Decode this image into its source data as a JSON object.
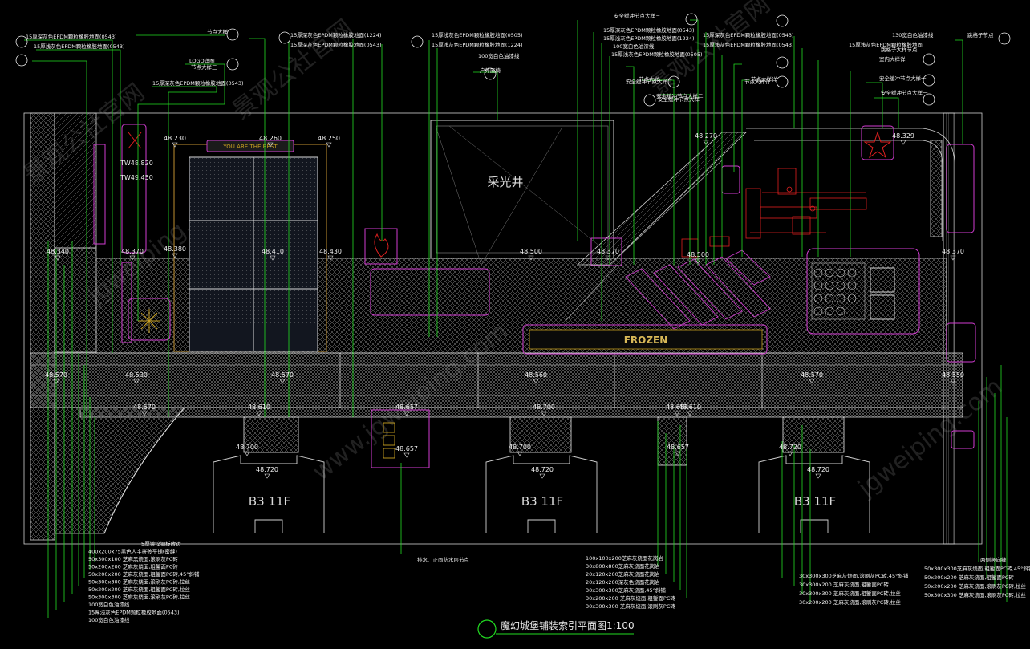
{
  "drawing": {
    "title": "魔幻城堡铺装索引平面图",
    "scale": "1:100",
    "skylight_label": "采光井",
    "frozen_label": "FROZEN",
    "sign_text": "YOU ARE THE BEST",
    "tower_labels": [
      "B3 11F",
      "B3 11F",
      "B3 11F"
    ],
    "tw_labels": [
      "TW48.820",
      "TW49.450"
    ]
  },
  "levels": [
    "48.230",
    "48.260",
    "48.250",
    "48.270",
    "48.329",
    "48.340",
    "48.370",
    "48.380",
    "48.410",
    "48.430",
    "48.500",
    "48.370",
    "48.370",
    "48.500",
    "48.530",
    "48.570",
    "48.560",
    "48.570",
    "48.550",
    "48.570",
    "48.610",
    "48.657",
    "48.700",
    "48.610",
    "48.657",
    "48.570",
    "48.700",
    "48.720",
    "48.657",
    "48.700",
    "48.720",
    "48.720",
    "48.720",
    "48.657"
  ],
  "top_callouts": [
    "15厚深灰色EPDM颗粒橡胶地面(0543)",
    "15厚浅灰色EPDM颗粒橡胶地面(0543)",
    "节点大样",
    "LOGO详图",
    "节点大样三",
    "15厚深灰色EPDM颗粒橡胶地面(0543)",
    "15厚深灰色EPDM颗粒橡胶地面(1224)",
    "15厚深灰色EPDM颗粒橡胶地面(0543)",
    "15厚浅灰色EPDM颗粒橡胶地面(0505)",
    "15厚浅灰色EPDM颗粒橡胶地面(1224)",
    "100宽白色油漆线",
    "户外座椅",
    "安全缓冲节点大样三",
    "15厚深灰色EPDM颗粒橡胶地面(0543)",
    "15厚浅灰色EPDM颗粒橡胶地面(1224)",
    "100宽白色油漆线",
    "15厚浅灰色EPDM颗粒橡胶地面(0505)",
    "安全缓冲节点大样二",
    "节点大样",
    "安全缓冲节点大样二",
    "安全缓冲节点大样一",
    "节点大样详",
    "15厚深灰色EPDM颗粒橡胶地面(0543)",
    "15厚浅灰色EPDM颗粒橡胶地面(0543)",
    "室内大样详",
    "节点大样详",
    "130宽白色油漆线",
    "15厚浅灰色EPDM颗粒橡胶地面",
    "跳格子大样节点",
    "安全缓冲节点大样一",
    "安全缓冲节点大样一",
    "跳格子节点"
  ],
  "bottom_left_notes": [
    "5厚镀锌钢板收边",
    "400x200x75黑色人字拼砖平铺(密缝)",
    "50x300x100 芝麻黑烧面,滚刷灰PC砖",
    "50x200x200 芝麻灰烧面,粗錾面PC砖",
    "50x200x200 芝麻灰烧面,粗錾面PC砖,45°斜铺",
    "50x300x300 芝麻灰烧面,滚刷灰PC砖,拉丝",
    "50x200x200 芝麻灰烧面,粗錾面PC砖,拉丝",
    "50x300x300 芝麻灰烧面,滚刷灰PC砖,拉丝",
    "100宽白色油漆线",
    "15厚浅灰色EPDM颗粒橡胶地面(0543)",
    "100宽白色油漆线"
  ],
  "bottom_mid_notes": [
    "100x100x200芝麻灰烧面花岗岩",
    "30x800x800芝麻灰烧面花岗岩",
    "20x120x200芝麻灰烧面花岗岩",
    "20x120x200深灰色烧面花岗岩",
    "30x300x300芝麻灰烧面,45°斜铺",
    "30x200x200 芝麻灰烧面,粗錾面PC砖",
    "30x300x300 芝麻灰烧面,滚刷灰PC砖"
  ],
  "bottom_right_notes": [
    "30x300x300芝麻灰烧面,滚刷灰PC砖,45°斜铺",
    "30x300x200 芝麻灰烧面,粗錾面PC砖",
    "30x300x300 芝麻灰烧面,粗錾面PC砖,拉丝",
    "30x200x200 芝麻灰烧面,滚刷灰PC砖,拉丝"
  ],
  "far_right_notes": [
    "两侧竖向缝",
    "50x300x300芝麻灰烧面,粗錾面PC砖,45°斜铺",
    "50x200x200 芝麻灰烧面,粗錾面PC砖",
    "50x200x200 芝麻灰烧面,滚刷灰PC砖,拉丝",
    "50x300x300 芝麻灰烧面,滚刷灰PC砖,拉丝"
  ],
  "mid_note": "排水、正面防水层节点",
  "watermarks": [
    "景观公社官网",
    "jgweiping.com",
    "景观公社官网",
    "www.jgweiping.com",
    "景观公社官网",
    "jgweiping.com"
  ],
  "colors": {
    "leader": "#22dd22",
    "magenta": "#d23cd2",
    "red": "#e02020",
    "orange": "#c8a020",
    "hatch": "#9a9a9a"
  }
}
